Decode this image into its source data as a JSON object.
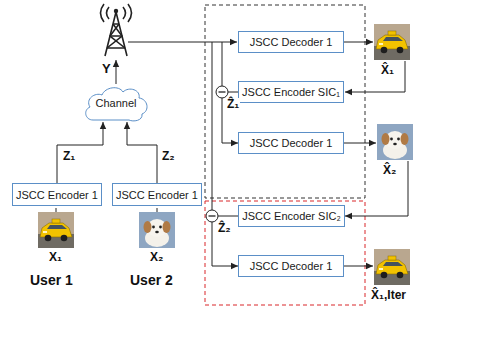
{
  "diagram": {
    "nodes": [
      {
        "text": [
          "Channel"
        ]
      },
      {
        "text": [
          "JSCC Encoder 1"
        ]
      },
      {
        "text": [
          "JSCC Encoder 1"
        ]
      },
      {
        "text": [
          "JSCC Decoder 1"
        ]
      },
      {
        "text": [
          "JSCC Encoder SIC₁"
        ]
      },
      {
        "text": [
          "JSCC Decoder 1"
        ]
      },
      {
        "text": [
          "JSCC Encoder SIC₂"
        ]
      },
      {
        "text": [
          "JSCC Decoder 1"
        ]
      }
    ],
    "edges": [
      {
        "from": 1,
        "to": 0,
        "arrow": "to"
      },
      {
        "from": 2,
        "to": 0,
        "arrow": "to"
      },
      {
        "from": 4,
        "to": 5,
        "arrow": "to"
      },
      {
        "from": 6,
        "to": 7,
        "arrow": "to"
      }
    ],
    "labels": [
      "Y",
      "Z₁",
      "Z₂",
      "X₁",
      "X₂",
      "User 1",
      "User 2",
      "Ẑ₁",
      "X̂₁",
      "X̂₂",
      "Ẑ₂",
      "X̂₁,Iter"
    ]
  }
}
